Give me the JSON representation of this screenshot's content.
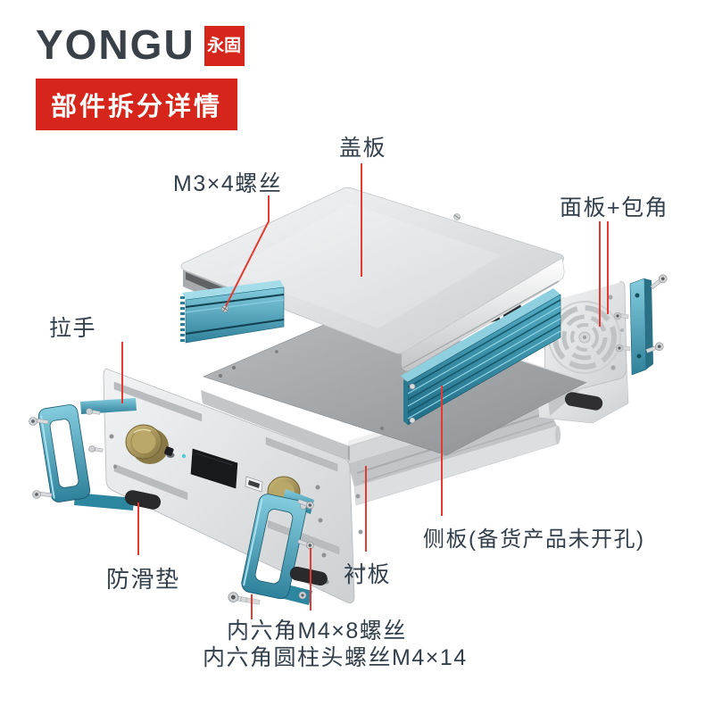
{
  "brand": {
    "logo_text": "YONGU",
    "seal_text": "永固"
  },
  "banner": {
    "title": "部件拆分详情"
  },
  "callouts": {
    "cover": {
      "label": "盖板"
    },
    "m3_screw": {
      "label": "M3×4螺丝"
    },
    "panel_corner": {
      "label": "面板+包角"
    },
    "handle": {
      "label": "拉手"
    },
    "side_panel": {
      "label": "侧板(备货产品未开孔)"
    },
    "liner": {
      "label": "衬板"
    },
    "antislip": {
      "label": "防滑垫"
    },
    "hex_m4x8": {
      "label": "内六角M4×8螺丝"
    },
    "hex_m4x14": {
      "label": "内六角圆柱头螺丝M4×14"
    }
  },
  "colors": {
    "brand_red": "#d6251b",
    "leader_red": "#e23c32",
    "label_text": "#333f4b",
    "teal": "#3e96b0",
    "silver": "#d9dadc",
    "brass": "#b3a05e",
    "pad_black": "#2a2a2c"
  }
}
